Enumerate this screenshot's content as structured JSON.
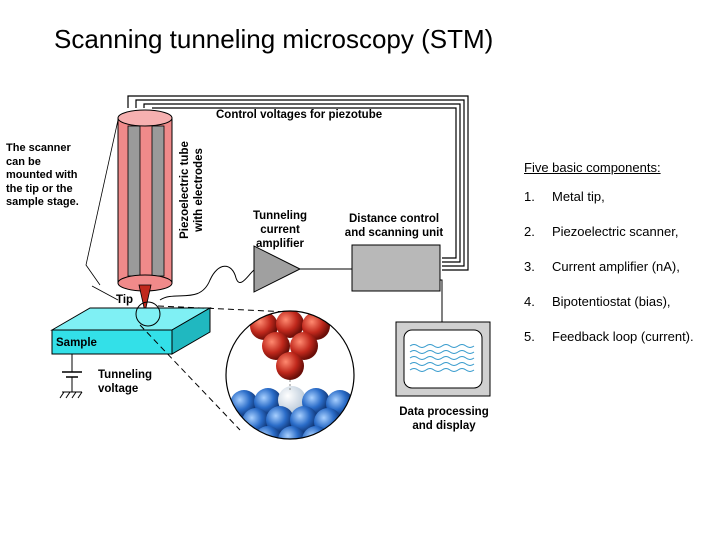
{
  "title": "Scanning tunneling microscopy (STM)",
  "diagram": {
    "scanner_note": "The scanner can be mounted with the tip or the sample stage.",
    "piezo_label_line1": "Piezoelectric tube",
    "piezo_label_line2": "with electrodes",
    "control_label": "Control voltages for piezotube",
    "amplifier_label": "Tunneling current amplifier",
    "distance_label": "Distance control and scanning unit",
    "tip_label": "Tip",
    "sample_label": "Sample",
    "voltage_label": "Tunneling voltage",
    "data_label": "Data processing and display"
  },
  "components": {
    "title": "Five basic components:",
    "items": [
      {
        "num": "1.",
        "text": "Metal tip,"
      },
      {
        "num": "2.",
        "text": "Piezoelectric scanner,"
      },
      {
        "num": "3.",
        "text": "Current amplifier (nA),"
      },
      {
        "num": "4.",
        "text": "Bipotentiostat (bias),"
      },
      {
        "num": "5.",
        "text": "Feedback loop (current)."
      }
    ]
  },
  "colors": {
    "piezo_tube": "#f08a8a",
    "sample": "#33e0e8",
    "amplifier": "#a0a0a0",
    "control_box": "#b8b8b8",
    "tip_atoms": "#c0281c",
    "sample_atoms": "#2a6cc8",
    "screen_wave": "#3399cc"
  }
}
